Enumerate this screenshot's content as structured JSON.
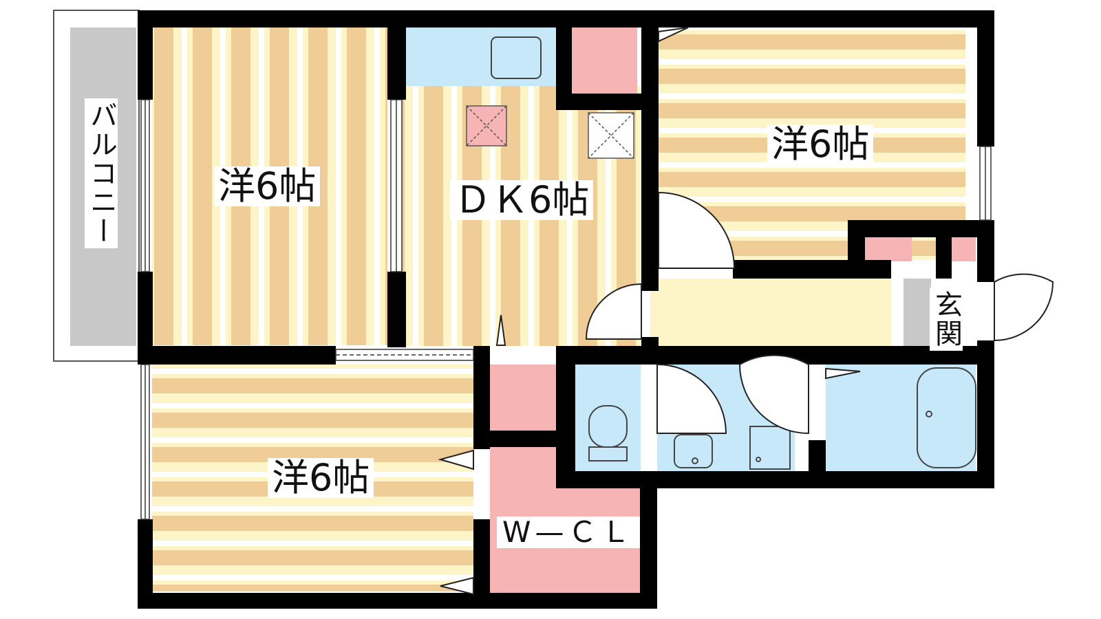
{
  "rooms": {
    "western_left": "洋6帖",
    "dining_kitchen": "ＤＫ6帖",
    "western_right": "洋6帖",
    "western_bottom": "洋6帖",
    "walk_in_closet": "W—ＣＬ",
    "balcony": "バルコニー",
    "entrance": "玄関"
  },
  "colors": {
    "wall": "#000000",
    "floor_stripe_tan": "#f0cc96",
    "floor_stripe_cream": "#fdf5c8",
    "storage_pink": "#f6b4b4",
    "water_blue": "#c6e8f8",
    "balcony_gray": "#c8c8c8"
  }
}
